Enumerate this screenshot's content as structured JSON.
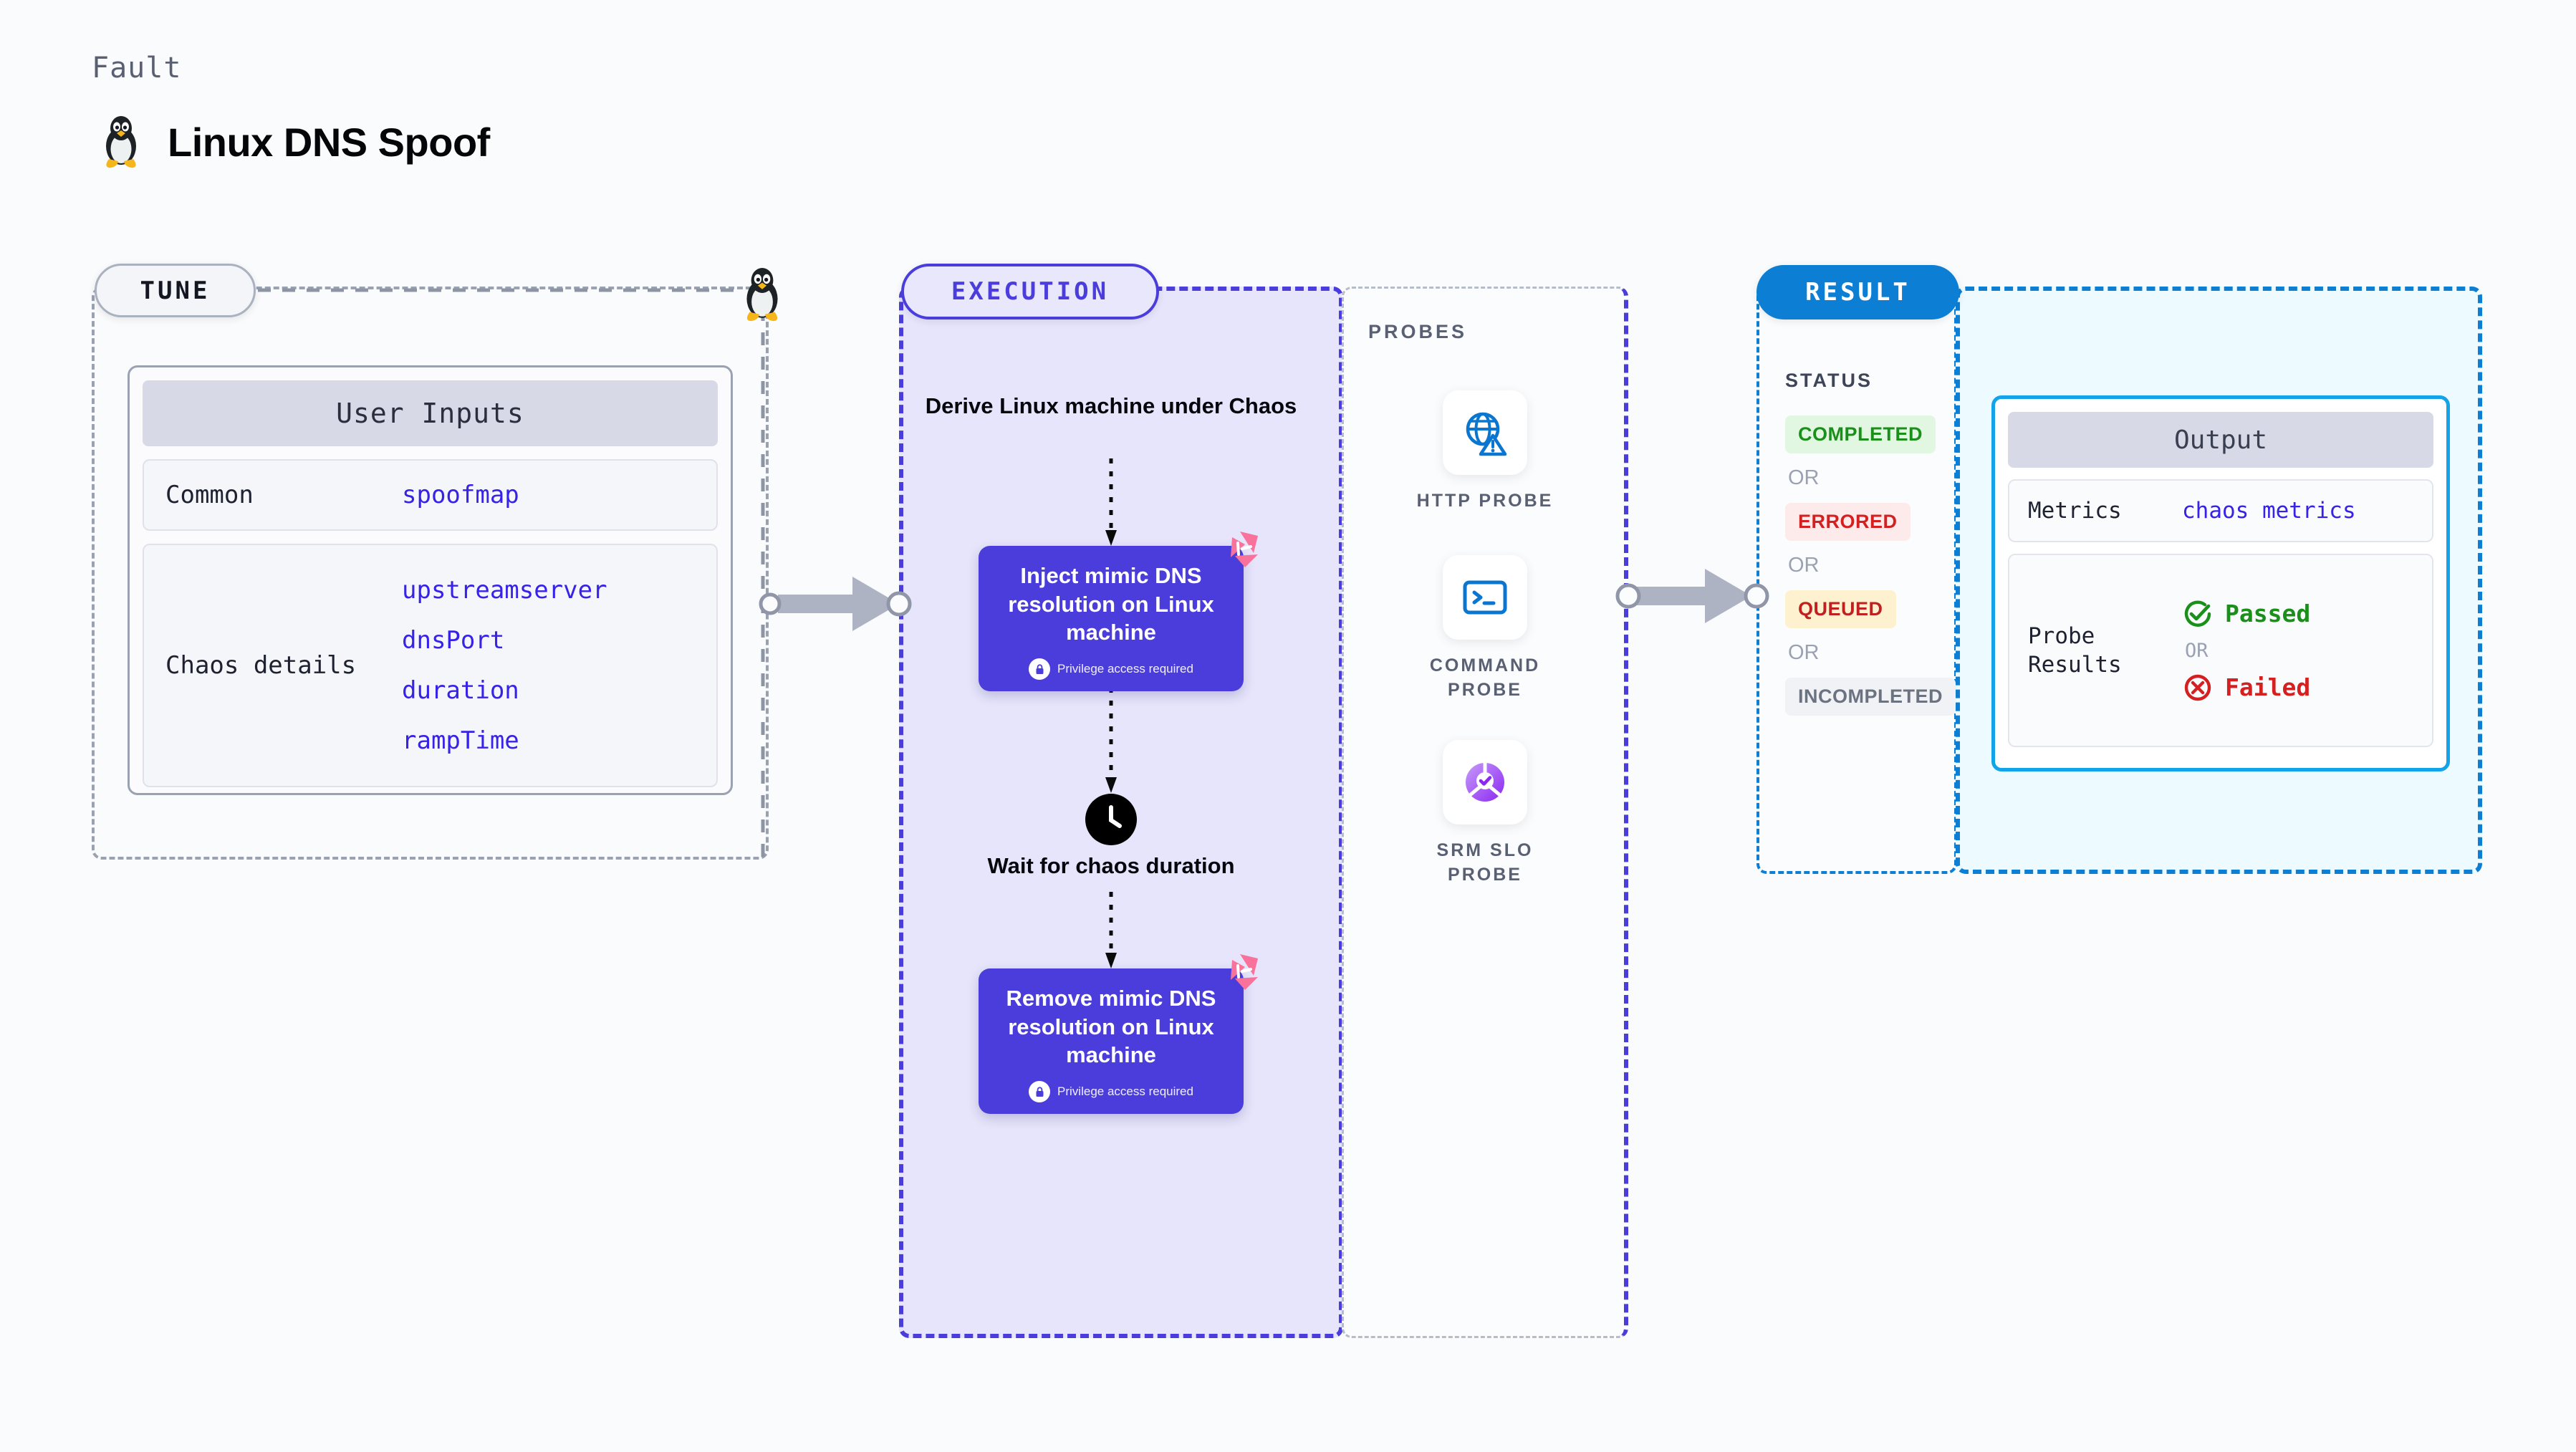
{
  "header": {
    "kicker": "Fault",
    "title": "Linux DNS Spoof",
    "icon": "linux-tux-icon"
  },
  "stages": {
    "tune": "TUNE",
    "execution": "EXECUTION",
    "probes": "PROBES",
    "result": "RESULT"
  },
  "tune": {
    "card_title": "User Inputs",
    "rows": [
      {
        "label": "Common",
        "values": [
          "spoofmap"
        ]
      },
      {
        "label": "Chaos details",
        "values": [
          "upstreamserver",
          "dnsPort",
          "duration",
          "rampTime"
        ]
      }
    ]
  },
  "execution": {
    "derive_text": "Derive Linux machine under Chaos",
    "inject": {
      "title": "Inject mimic DNS resolution on Linux machine",
      "badge": "Privilege access required"
    },
    "wait_text": "Wait for chaos duration",
    "remove": {
      "title": "Remove mimic DNS resolution on Linux machine",
      "badge": "Privilege access required"
    }
  },
  "probes": [
    {
      "name": "HTTP PROBE",
      "icon": "globe-warning-icon"
    },
    {
      "name": "COMMAND PROBE",
      "icon": "terminal-icon"
    },
    {
      "name": "SRM SLO PROBE",
      "icon": "slo-gauge-check-icon"
    }
  ],
  "result": {
    "status_label": "STATUS",
    "or_label": "OR",
    "statuses": [
      {
        "text": "COMPLETED",
        "color": "#1a8f1a",
        "bg": "#e2f7e2"
      },
      {
        "text": "ERRORED",
        "color": "#d42020",
        "bg": "#fdeaea"
      },
      {
        "text": "QUEUED",
        "color": "#c02020",
        "bg": "#fdf1cf"
      },
      {
        "text": "INCOMPLETED",
        "color": "#6b7280",
        "bg": "#f1f2f6"
      }
    ]
  },
  "output": {
    "card_title": "Output",
    "metrics_label": "Metrics",
    "metrics_value": "chaos metrics",
    "probe_results_label": "Probe Results",
    "passed": "Passed",
    "failed": "Failed",
    "or_label": "OR"
  },
  "colors": {
    "indigo": "#4b3ddb",
    "blue": "#0c7fd4",
    "cyan": "#12a3e8",
    "pink": "#f9729b",
    "green": "#1a8f1a",
    "red": "#d42020"
  }
}
